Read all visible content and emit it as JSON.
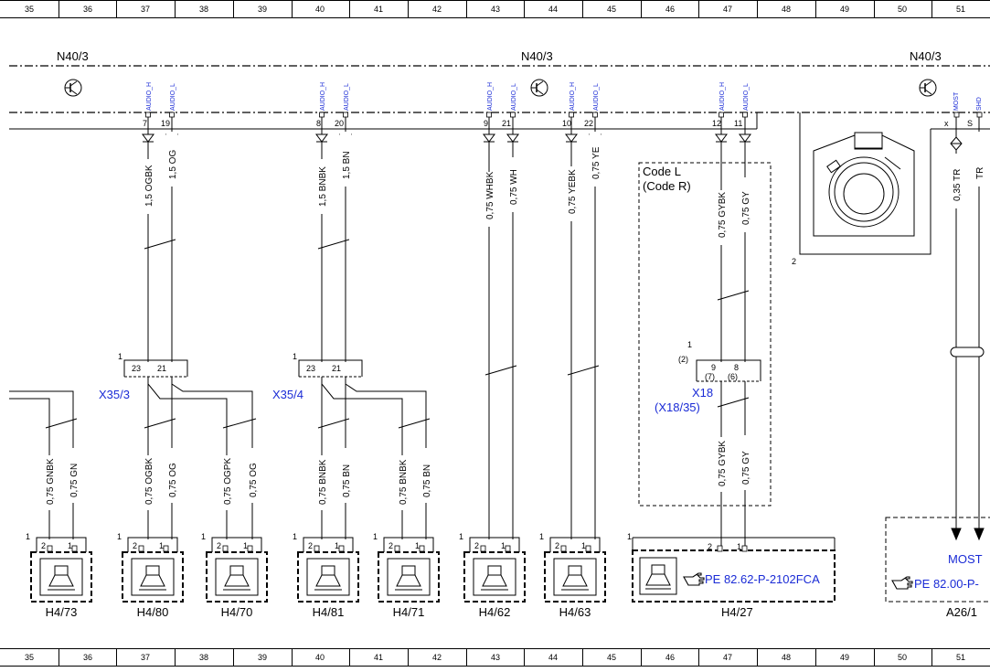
{
  "grid_labels": [
    "35",
    "36",
    "37",
    "38",
    "39",
    "40",
    "41",
    "42",
    "43",
    "44",
    "45",
    "46",
    "47",
    "48",
    "49",
    "50",
    "51"
  ],
  "module": {
    "name_left": "N40/3",
    "name_mid": "N40/3",
    "name_right": "N40/3",
    "pin_extra_x": "x",
    "pin_extra_s": "S",
    "sig_most": "MOST",
    "sig_shd": "SHD",
    "pin_2": "2"
  },
  "pins": [
    {
      "sig": "AUDIO_H",
      "num": "7"
    },
    {
      "sig": "AUDIO_L",
      "num": "19"
    },
    {
      "sig": "AUDIO_H",
      "num": "8"
    },
    {
      "sig": "AUDIO_L",
      "num": "20"
    },
    {
      "sig": "AUDIO_H",
      "num": "9"
    },
    {
      "sig": "AUDIO_L",
      "num": "21"
    },
    {
      "sig": "AUDIO_H",
      "num": "10"
    },
    {
      "sig": "AUDIO_L",
      "num": "22"
    },
    {
      "sig": "AUDIO_H",
      "num": "12"
    },
    {
      "sig": "AUDIO_L",
      "num": "11"
    }
  ],
  "top_wires": [
    "1,5 OGBK",
    "1,5 OG",
    "1,5 BNBK",
    "1,5 BN",
    "0,75 WHBK",
    "0,75 WH",
    "0,75 YEBK",
    "0,75 YE",
    "0,75 GYBK",
    "0,75 GY",
    "0,35 TR",
    "TR"
  ],
  "connectors": {
    "x35_3": {
      "name": "X35/3",
      "pin_a": "23",
      "pin_b": "21",
      "num": "1"
    },
    "x35_4": {
      "name": "X35/4",
      "pin_a": "23",
      "pin_b": "21",
      "num": "1"
    },
    "x18": {
      "name": "X18",
      "alt": "(X18/35)",
      "pin_a": "9",
      "pin_b": "8",
      "alt_a": "(7)",
      "alt_b": "(6)",
      "num": "1",
      "num_alt": "(2)"
    }
  },
  "code_box": {
    "line1": "Code L",
    "line2": "(Code R)"
  },
  "bottom_wires": [
    "0,75 GNBK",
    "0,75 GN",
    "0,75 OGBK",
    "0,75 OG",
    "0,75 OGPK",
    "0,75 OG",
    "0,75 BNBK",
    "0,75 BN",
    "0,75 BNBK",
    "0,75 BN",
    "0,75 GYBK",
    "0,75 GY"
  ],
  "speakers": [
    {
      "name": "H4/73",
      "pin_l": "2",
      "pin_r": "1",
      "num": "1"
    },
    {
      "name": "H4/80",
      "pin_l": "2",
      "pin_r": "1",
      "num": "1"
    },
    {
      "name": "H4/70",
      "pin_l": "2",
      "pin_r": "1",
      "num": "1"
    },
    {
      "name": "H4/81",
      "pin_l": "2",
      "pin_r": "1",
      "num": "1"
    },
    {
      "name": "H4/71",
      "pin_l": "2",
      "pin_r": "1",
      "num": "1"
    },
    {
      "name": "H4/62",
      "pin_l": "2",
      "pin_r": "1",
      "num": "1"
    },
    {
      "name": "H4/63",
      "pin_l": "2",
      "pin_r": "1",
      "num": "1"
    }
  ],
  "h4_27": {
    "name": "H4/27",
    "pin_l": "2",
    "pin_r": "1",
    "num": "1",
    "ref": "PE 82.62-P-2102FCA"
  },
  "a26": {
    "name": "A26/1",
    "sig": "MOST",
    "ref": "PE 82.00-P-"
  },
  "colors": {
    "line": "#000000",
    "blue": "#1a2bd6"
  }
}
